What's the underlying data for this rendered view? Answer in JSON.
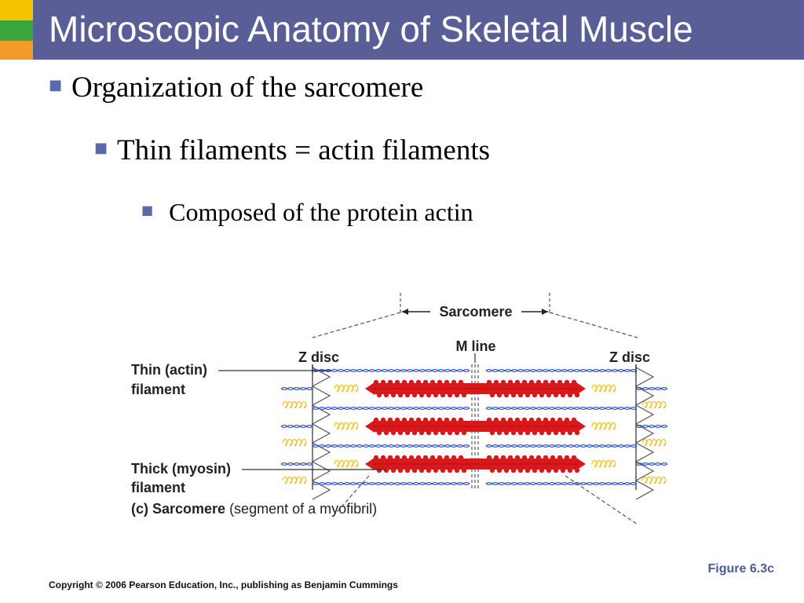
{
  "slide": {
    "title": "Microscopic Anatomy of Skeletal Muscle",
    "bullets": [
      {
        "text": "Organization of the sarcomere",
        "level": 1
      },
      {
        "text": "Thin filaments = actin filaments",
        "level": 2
      },
      {
        "text": "Composed of the protein actin",
        "level": 3
      }
    ],
    "bullet_marker": "■"
  },
  "figure": {
    "labels": {
      "sarcomere": "Sarcomere",
      "m_line": "M line",
      "z_disc_left": "Z disc",
      "z_disc_right": "Z disc",
      "thin_filament_line1": "Thin (actin)",
      "thin_filament_line2": "filament",
      "thick_filament_line1": "Thick (myosin)",
      "thick_filament_line2": "filament",
      "caption_bold": "(c) Sarcomere",
      "caption_rest": " (segment of a myofibril)"
    },
    "colors": {
      "myosin": "#d7191c",
      "actin": "#3a5fcd",
      "titin": "#f2c21b",
      "lines": "#555555"
    },
    "figure_label": "Figure 6.3c"
  },
  "footer": {
    "copyright": "Copyright © 2006 Pearson Education, Inc., publishing as Benjamin Cummings"
  },
  "theme": {
    "title_bar": "#5a5e96",
    "accent_yellow": "#f5c400",
    "accent_green": "#3aa53a",
    "accent_orange": "#f39a2c",
    "bullet_marker": "#5a6aa8"
  }
}
